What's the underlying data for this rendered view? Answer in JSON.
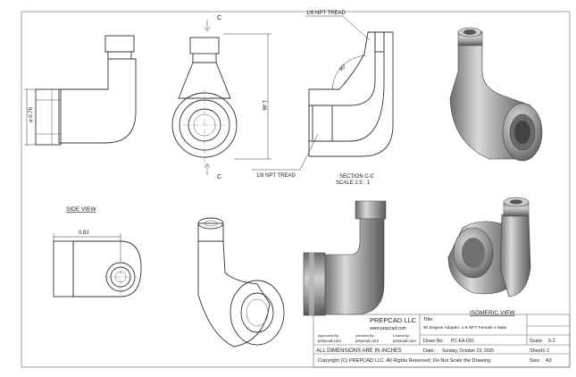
{
  "company": "PREPCAD LLC",
  "website": "www.prepcad.com",
  "labels": {
    "side_view": "SIDE VIEW",
    "isometric_view": "ISOMERIC VIEW",
    "section_title": "SECTION C-C",
    "section_scale": "SCALE 2.5 : 1",
    "npt_top": "1/8 NPT TREAD",
    "npt_bottom": "1/8 NPT TREAD",
    "angle": "90°",
    "section_mark_top": "C",
    "section_mark_bottom": "C",
    "dim_diameter": "⌀ 0.76",
    "dim_height": "1.46",
    "dim_width": "0.82"
  },
  "title_block": {
    "title_label": "Title:",
    "title_value": "90 Degree Adapter, 1-8 NPT Female x Male",
    "drawno_label": "Draw No:",
    "drawno_value": "PC-EA-D01",
    "date_label": "Date:",
    "date_value": "Sunday, October 19, 2025",
    "scale_label": "Scale:",
    "scale_value": "5:2",
    "sheet_label": "Sheet1-1",
    "size_label": "Size:",
    "size_value": "A3",
    "approved_by": "Approved By:",
    "checked_by": "checked By:",
    "created_by": "Crated By:",
    "approved_site": "prepcad.com",
    "checked_site": "prepcad.com",
    "created_site": "prepcad.com",
    "dimensions_note": "ALL DIMENSIONS ARE IN INCHES",
    "copyright": "Copyright (C)  PREPCAD LLC. All Rights Reserved. Do Not Scale the Drawing"
  }
}
